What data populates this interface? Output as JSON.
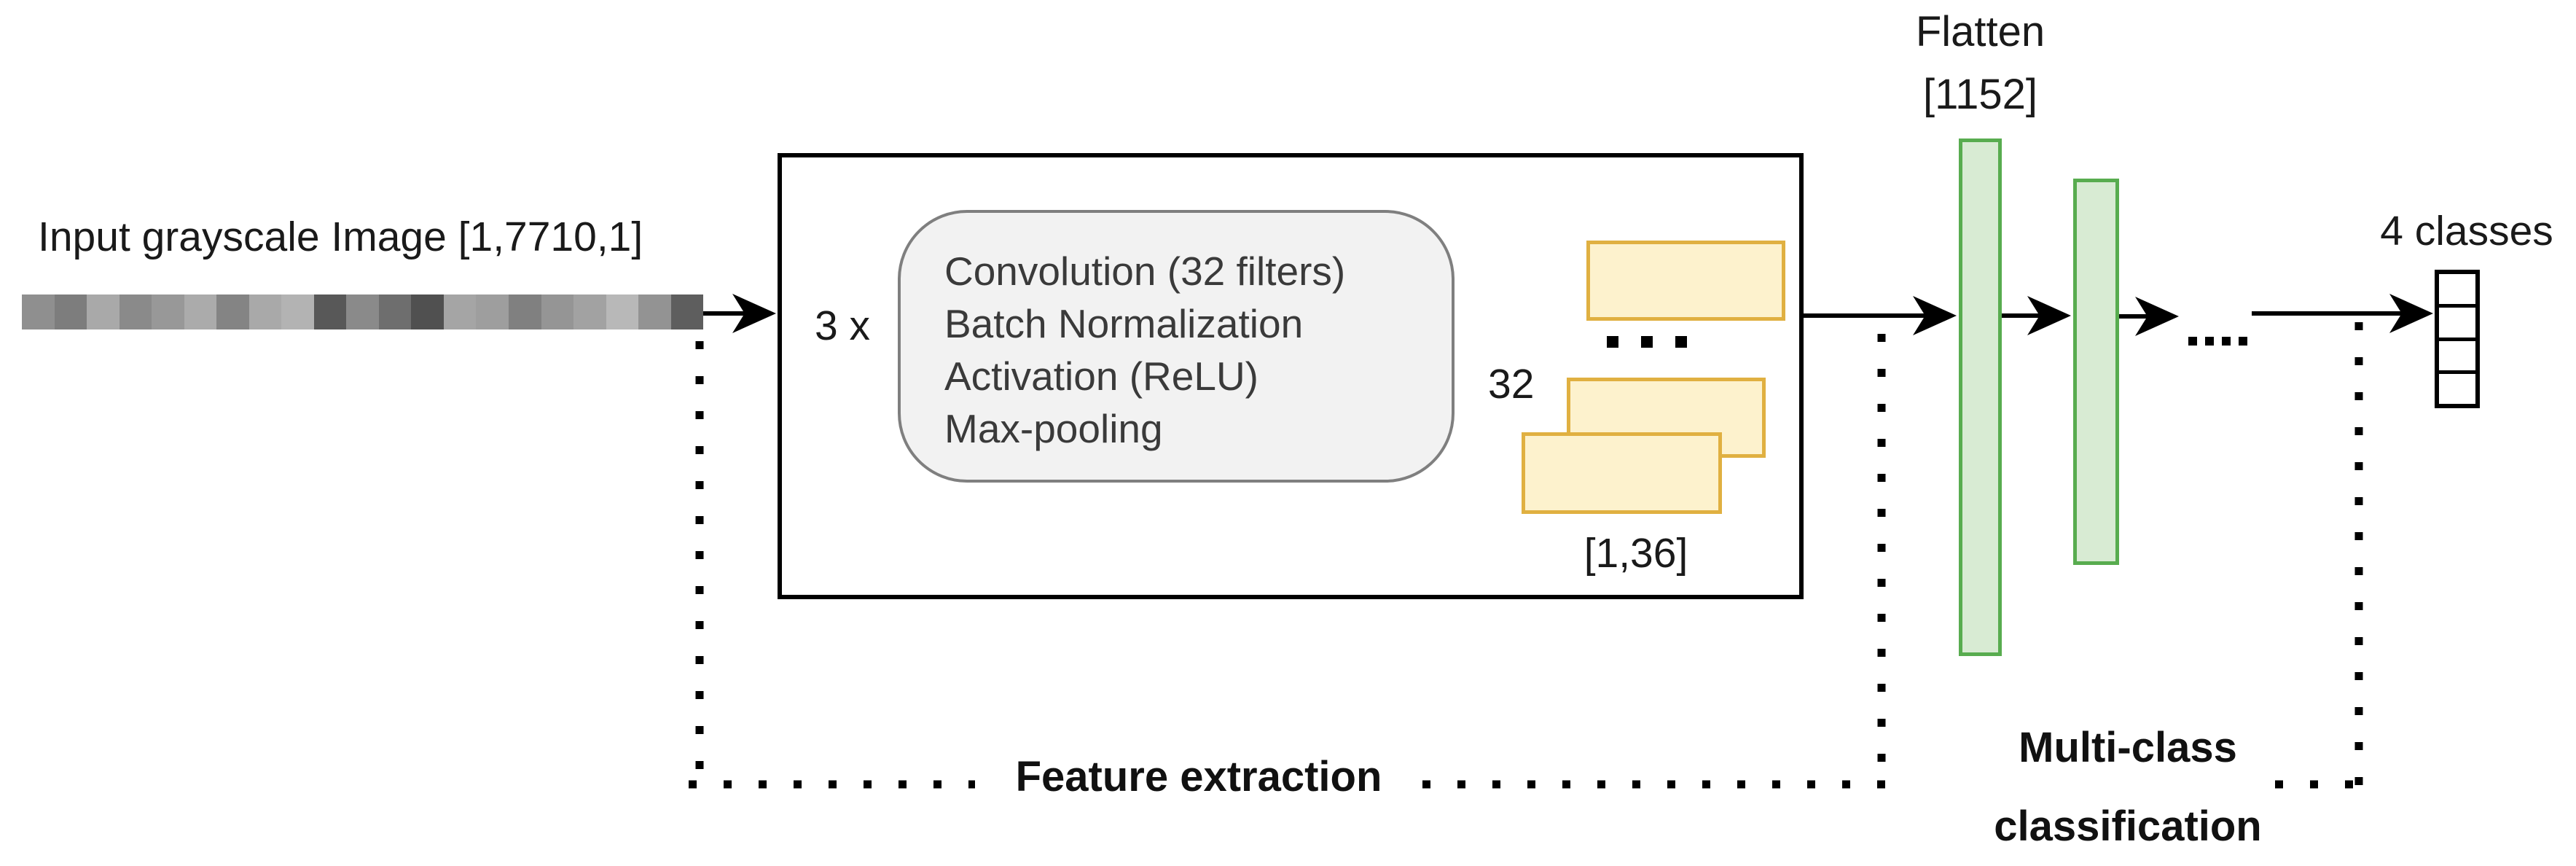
{
  "diagram": {
    "input": {
      "label": "Input grayscale Image [1,7710,1]",
      "pixel_shades": [
        "#8f8f8f",
        "#7d7d7d",
        "#a9a9a9",
        "#8a8a8a",
        "#989898",
        "#ababab",
        "#848484",
        "#a9a9a9",
        "#b3b3b3",
        "#585858",
        "#8a8a8a",
        "#6e6e6e",
        "#505050",
        "#a5a5a5",
        "#9e9e9e",
        "#808080",
        "#959595",
        "#a2a2a2",
        "#b8b8b8",
        "#939393",
        "#5e5e5e"
      ]
    },
    "conv_block": {
      "repeat_label": "3 x",
      "steps": [
        "Convolution (32 filters)",
        "Batch Normalization",
        "Activation (ReLU)",
        "Max-pooling"
      ],
      "feature_maps_count_label": "32",
      "feature_maps_shape_label": "[1,36]",
      "ellipsis": "..."
    },
    "flatten": {
      "label": "Flatten",
      "shape_label": "[1152]"
    },
    "dense_ellipsis": "....",
    "output": {
      "label": "4 classes",
      "num_cells": 4
    },
    "stage_labels": {
      "feature_extraction": "Feature extraction",
      "classification": "Multi-class classification"
    },
    "colors": {
      "feature_map_fill": "#fdf2cd",
      "feature_map_border": "#e0b041",
      "dense_fill": "#d8ebd3",
      "dense_border": "#58ac4f",
      "conv_block_fill": "#f2f2f2",
      "conv_block_border": "#7f7f7f",
      "line_color": "#000000"
    }
  }
}
